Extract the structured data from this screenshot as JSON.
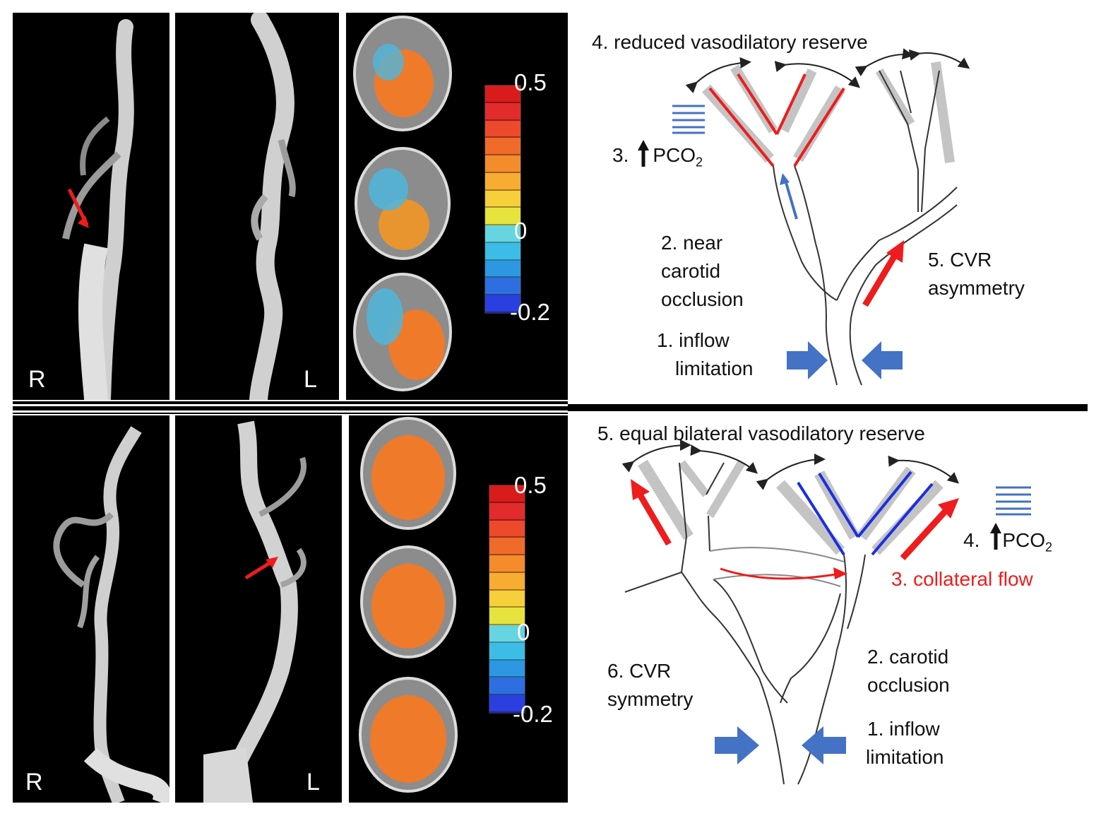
{
  "top": {
    "side_right": "R",
    "side_left": "L",
    "scale_max": "0.5",
    "scale_mid": "0",
    "scale_min": "-0.2",
    "labels": {
      "reduced_reserve": "4. reduced vasodilatory reserve",
      "pco2_prefix": "3.",
      "pco2_main": "PCO",
      "pco2_sub": "2",
      "near_occlusion": [
        "2. near",
        "carotid",
        "occlusion"
      ],
      "cvr_asym": [
        "5. CVR",
        "asymmetry"
      ],
      "inflow": [
        "1. inflow",
        "limitation"
      ]
    }
  },
  "bottom": {
    "side_right": "R",
    "side_left": "L",
    "scale_max": "0.5",
    "scale_mid": "0",
    "scale_min": "-0.2",
    "labels": {
      "equal_reserve": "5. equal bilateral vasodilatory reserve",
      "pco2_prefix": "4.",
      "pco2_main": "PCO",
      "pco2_sub": "2",
      "collateral": "3. collateral flow",
      "cvr_sym": [
        "6. CVR",
        "symmetry"
      ],
      "carotid_occlusion": [
        "2. carotid",
        "occlusion"
      ],
      "inflow": [
        "1. inflow",
        "limitation"
      ]
    }
  },
  "colors": {
    "red": "#ee1c1c",
    "blue_arrow": "#4472c4",
    "blue_vessel": "#1a2fe0",
    "gray_wall": "#bdbdbd",
    "colorbar": [
      "#d81c1c",
      "#e22b2b",
      "#ec4a2a",
      "#f06a2a",
      "#f58c2c",
      "#f7ad32",
      "#f6cf3a",
      "#e6e43c",
      "#67d4e2",
      "#3bbde8",
      "#2e97e2",
      "#2f6ee0",
      "#2b3ee0"
    ]
  }
}
